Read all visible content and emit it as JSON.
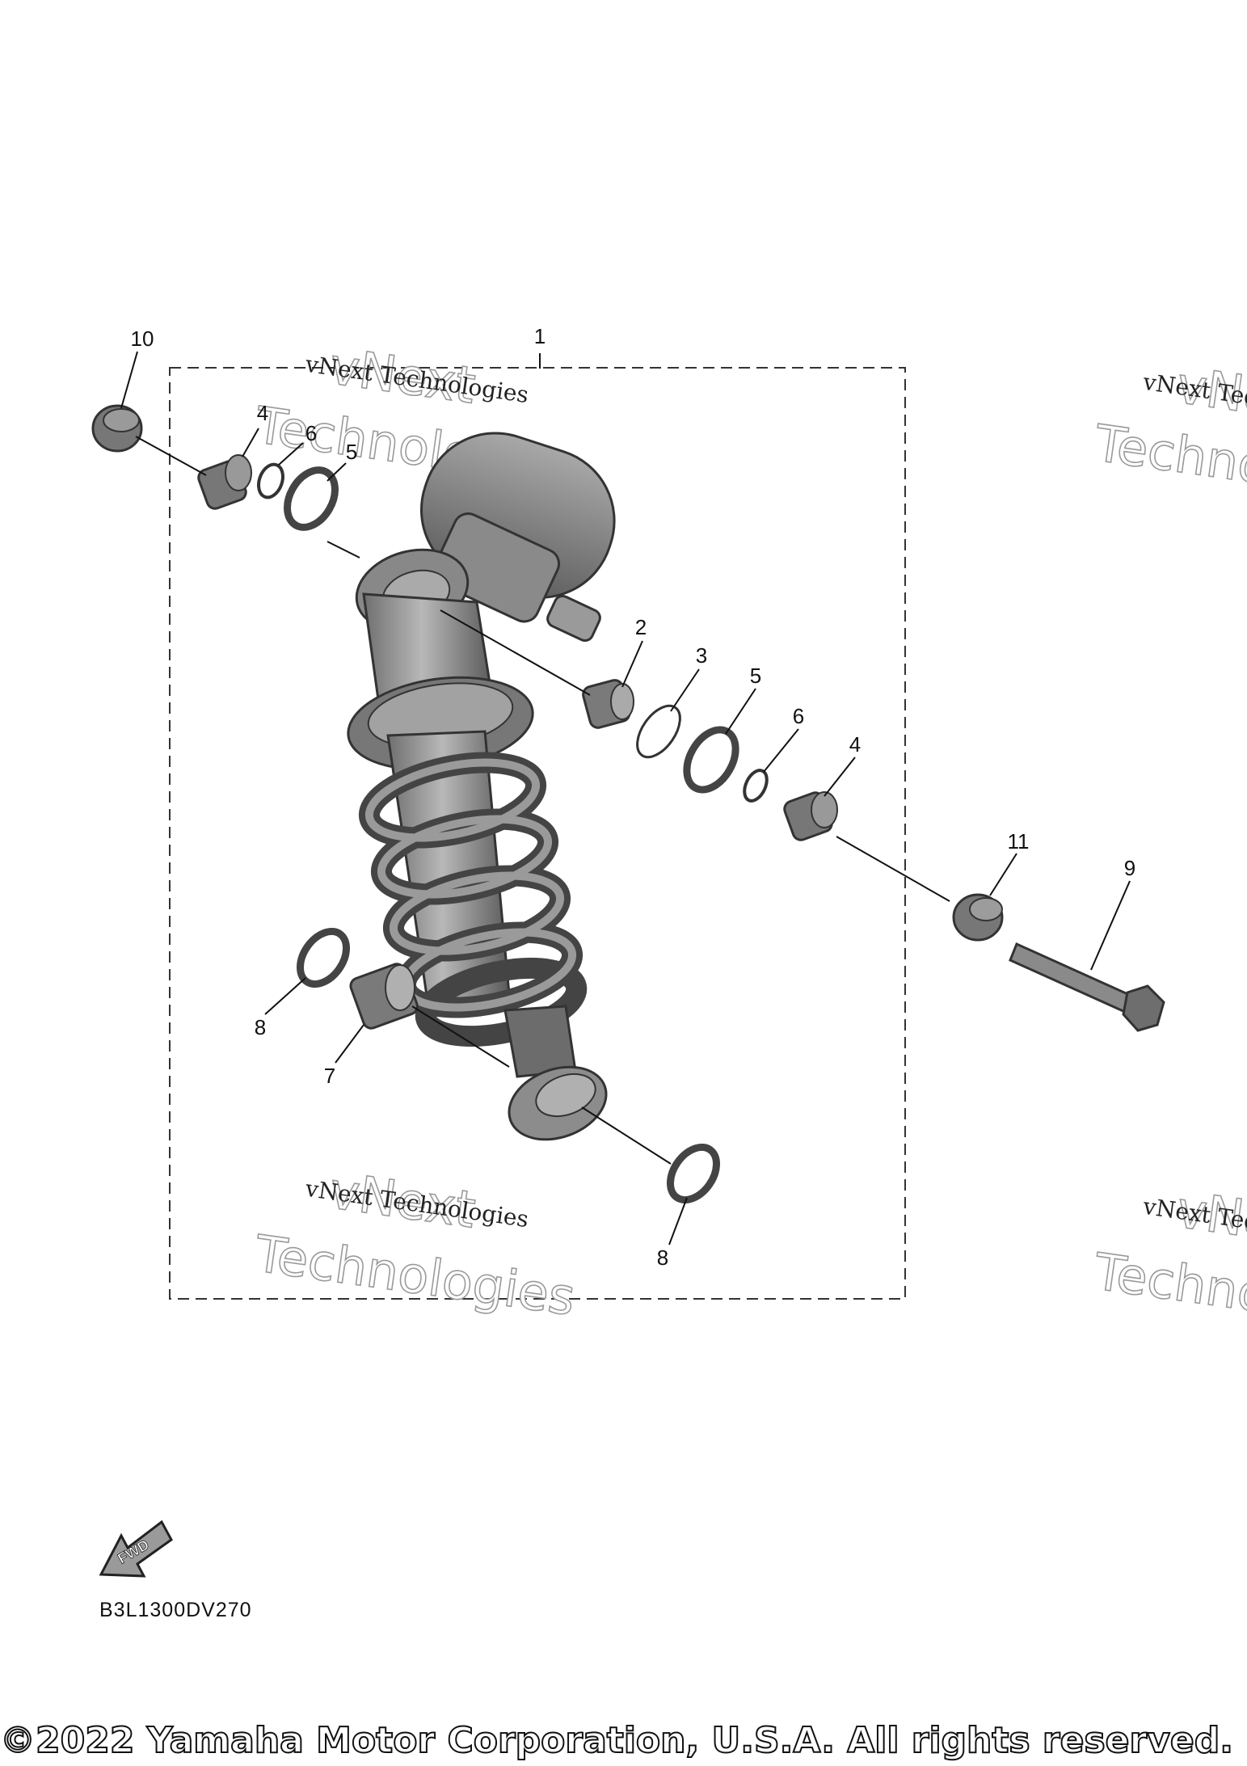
{
  "diagram_code": "B3L1300DV270",
  "copyright": "©2022 Yamaha Motor Corporation, U.S.A. All rights reserved.",
  "fwd_label": "FWD",
  "watermark": {
    "line": "vNext Technologies",
    "big_1": "vNext",
    "big_2": "Technologies"
  },
  "callouts": {
    "c1": "1",
    "c2": "2",
    "c3": "3",
    "c4a": "4",
    "c4b": "4",
    "c5a": "5",
    "c5b": "5",
    "c6a": "6",
    "c6b": "6",
    "c7": "7",
    "c8a": "8",
    "c8b": "8",
    "c9": "9",
    "c10": "10",
    "c11": "11"
  }
}
